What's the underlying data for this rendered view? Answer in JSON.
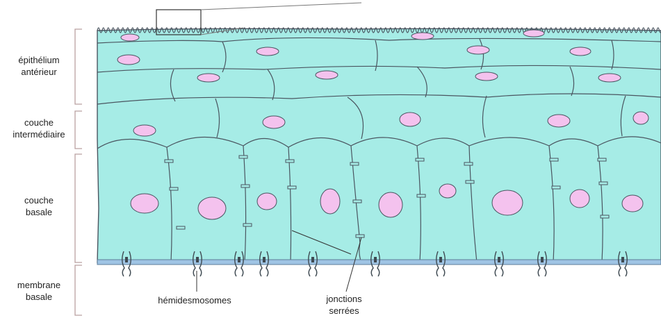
{
  "diagram": {
    "layers": [
      {
        "id": "epithelium",
        "label_line1": "épithélium",
        "label_line2": "antérieur"
      },
      {
        "id": "intermediate",
        "label_line1": "couche",
        "label_line2": "intermédiaire"
      },
      {
        "id": "basal",
        "label_line1": "couche",
        "label_line2": "basale"
      },
      {
        "id": "membrane",
        "label_line1": "membrane",
        "label_line2": "basale"
      }
    ],
    "callouts": {
      "hemidesmosomes": "hémidesmosomes",
      "tight_junctions_line1": "jonctions",
      "tight_junctions_line2": "serrées"
    },
    "colors": {
      "cytoplasm": "#a6ece6",
      "nucleus": "#f4c2ee",
      "membrane": "#9fc4e4",
      "outline": "#4a5560",
      "bracket": "#b9a0a0"
    }
  }
}
